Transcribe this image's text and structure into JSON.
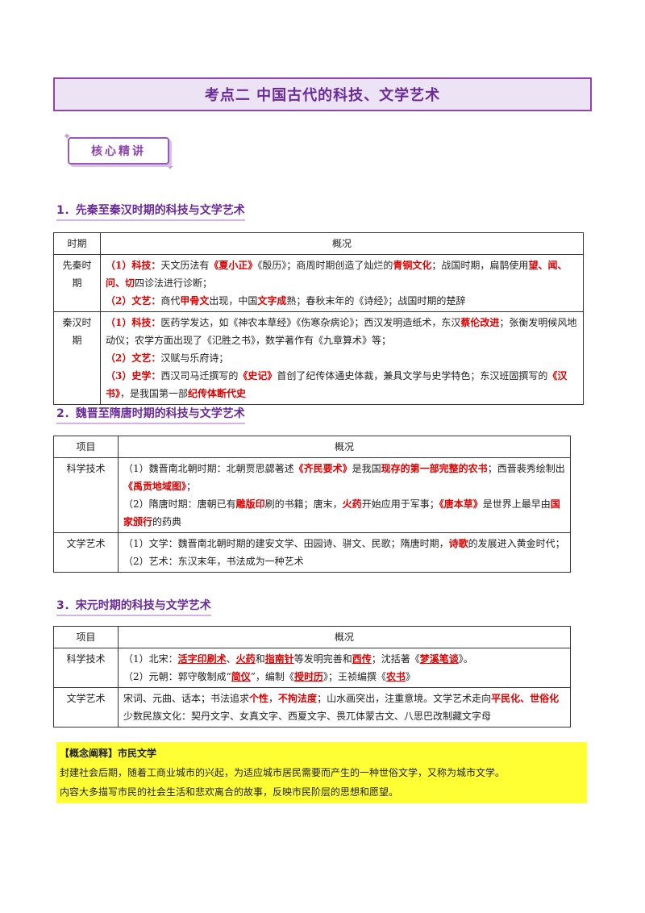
{
  "title": "考点二 中国古代的科技、文学艺术",
  "badge": "核心精讲",
  "sections": [
    {
      "heading": "1．先秦至秦汉时期的科技与文学艺术",
      "col1": "时期",
      "col2": "概况",
      "rows": [
        {
          "label": "先秦时期",
          "lines": [
            [
              {
                "t": "（1）科技：",
                "c": "r"
              },
              {
                "t": "天文历法有"
              },
              {
                "t": "《夏小正》",
                "c": "r"
              },
              {
                "t": "《殷历》；商周时期创造了灿烂的"
              },
              {
                "t": "青铜文化",
                "c": "r"
              },
              {
                "t": "；战国时期，扁鹊使用"
              },
              {
                "t": "望、闻、问、切",
                "c": "r"
              },
              {
                "t": "四诊法进行诊断；"
              }
            ],
            [
              {
                "t": "（2）文艺：",
                "c": "r"
              },
              {
                "t": "商代"
              },
              {
                "t": "甲骨文",
                "c": "r"
              },
              {
                "t": "出现，中国"
              },
              {
                "t": "文字成",
                "c": "r"
              },
              {
                "t": "熟；春秋末年的《诗经》；战国时期的楚辞"
              }
            ]
          ]
        },
        {
          "label": "秦汉时期",
          "lines": [
            [
              {
                "t": "（1）科技：",
                "c": "r"
              },
              {
                "t": "医药学发达，如《神农本草经》《伤寒杂病论》；西汉发明造纸术，东汉"
              },
              {
                "t": "蔡伦改进",
                "c": "r"
              },
              {
                "t": "；张衡发明候风地动仪；农学方面出现了《氾胜之书》，数学著作有《九章算术》等；"
              }
            ],
            [
              {
                "t": "（2）文艺：",
                "c": "r"
              },
              {
                "t": "汉赋与乐府诗；"
              }
            ],
            [
              {
                "t": "（3）史学：",
                "c": "r"
              },
              {
                "t": "西汉司马迁撰写的"
              },
              {
                "t": "《史记》",
                "c": "r"
              },
              {
                "t": "首创了纪传体通史体裁，兼具文学与史学特色；东汉班固撰写的"
              },
              {
                "t": "《汉书》",
                "c": "r"
              },
              {
                "t": "，是我国第一部"
              },
              {
                "t": "纪传体断代史",
                "c": "r"
              }
            ]
          ]
        }
      ]
    },
    {
      "heading": "2．魏晋至隋唐时期的科技与文学艺术",
      "col1": "项目",
      "col2": "概况",
      "rows": [
        {
          "label": "科学技术",
          "lines": [
            [
              {
                "t": "（1）魏晋南北朝时期：北朝贾思勰著述"
              },
              {
                "t": "《齐民要术》",
                "c": "r"
              },
              {
                "t": "是我国"
              },
              {
                "t": "现存的第一部完整的农书",
                "c": "r"
              },
              {
                "t": "；西晋裴秀绘制出"
              },
              {
                "t": "《禹贡地域图》",
                "c": "r"
              },
              {
                "t": "；"
              }
            ],
            [
              {
                "t": "（2）隋唐时期：唐朝已有"
              },
              {
                "t": "雕版印",
                "c": "r"
              },
              {
                "t": "刷的书籍；唐末，"
              },
              {
                "t": "火药",
                "c": "r"
              },
              {
                "t": "开始应用于军事；"
              },
              {
                "t": "《唐本草》",
                "c": "r"
              },
              {
                "t": "是世界上最早由"
              },
              {
                "t": "国家颁行",
                "c": "r"
              },
              {
                "t": "的药典"
              }
            ]
          ]
        },
        {
          "label": "文学艺术",
          "lines": [
            [
              {
                "t": "（1）文学：魏晋南北朝时期的建安文学、田园诗、骈文、民歌；隋唐时期，"
              },
              {
                "t": "诗歌",
                "c": "r"
              },
              {
                "t": "的发展进入黄金时代；"
              }
            ],
            [
              {
                "t": "（2）艺术：东汉末年，书法成为一种艺术"
              }
            ]
          ]
        }
      ]
    },
    {
      "heading": "3．宋元时期的科技与文学艺术",
      "col1": "项目",
      "col2": "概况",
      "rows": [
        {
          "label": "科学技术",
          "lines": [
            [
              {
                "t": "（1）北宋："
              },
              {
                "t": "活字印刷术",
                "c": "ru"
              },
              {
                "t": "、"
              },
              {
                "t": "火药",
                "c": "ru"
              },
              {
                "t": "和"
              },
              {
                "t": "指南针",
                "c": "ru"
              },
              {
                "t": "等发明完善和"
              },
              {
                "t": "西传",
                "c": "ru"
              },
              {
                "t": "；沈括著《"
              },
              {
                "t": "梦溪笔谈",
                "c": "ru"
              },
              {
                "t": "》。"
              }
            ],
            [
              {
                "t": "（2）元朝：郭守敬制成“"
              },
              {
                "t": "简仪",
                "c": "ru"
              },
              {
                "t": "”，编制《"
              },
              {
                "t": "授时历",
                "c": "ru"
              },
              {
                "t": "》；王祯编撰《"
              },
              {
                "t": "农书",
                "c": "ru"
              },
              {
                "t": "》"
              }
            ]
          ]
        },
        {
          "label": "文学艺术",
          "lines": [
            [
              {
                "t": "宋词、元曲、话本；书法追求"
              },
              {
                "t": "个性",
                "c": "r"
              },
              {
                "t": "，"
              },
              {
                "t": "不拘法度",
                "c": "r"
              },
              {
                "t": "；山水画突出，注重意境。文学艺术走向"
              },
              {
                "t": "平民化、世俗化",
                "c": "r"
              }
            ],
            [
              {
                "t": "少数民族文化：契丹文字、女真文字、西夏文字、畏兀体蒙古文、八思巴改制藏文字母"
              }
            ]
          ]
        }
      ]
    }
  ],
  "concept": {
    "head": "【概念阐释】市民文学",
    "lines": [
      "封建社会后期，随着工商业城市的兴起，为适应城市居民需要而产生的一种世俗文学，又称为城市文学。",
      "内容大多描写市民的社会生活和悲欢离合的故事，反映市民阶层的思想和愿望。"
    ]
  }
}
